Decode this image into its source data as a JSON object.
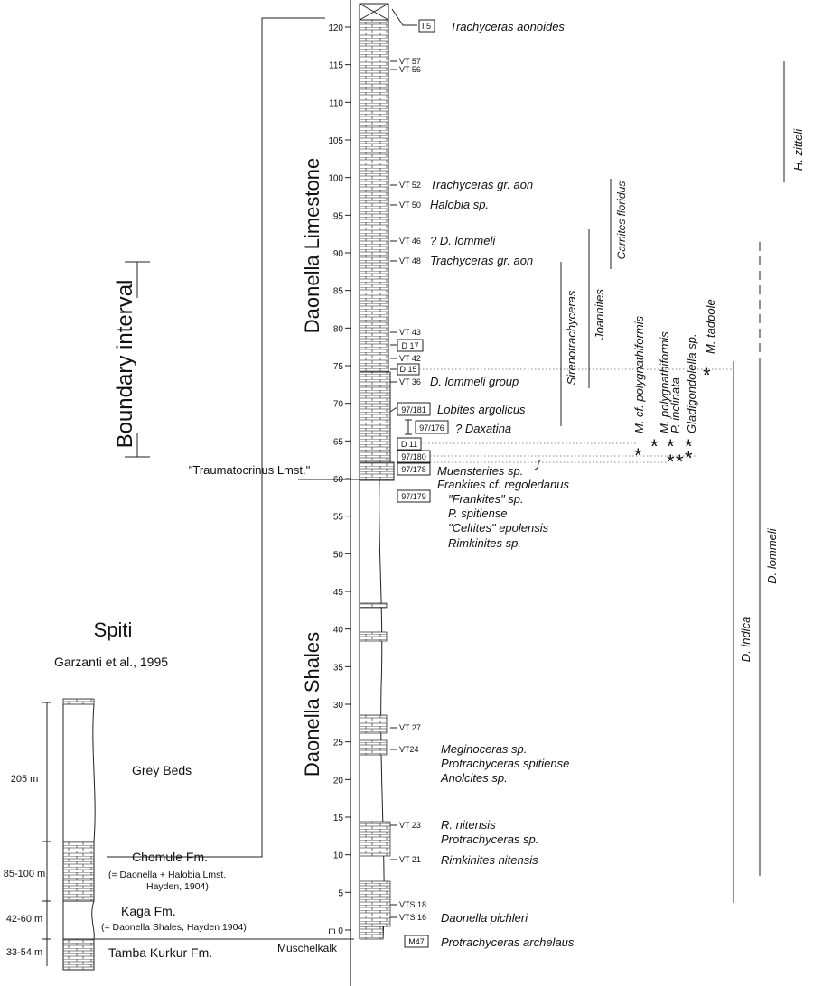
{
  "left_column": {
    "title": "Spiti",
    "reference": "Garzanti et al., 1995",
    "units": [
      {
        "thickness": "205 m",
        "name": "Grey Beds"
      },
      {
        "thickness": "85-100 m",
        "name": "Chomule Fm.",
        "note1": "(= Daonella + Halobia Lmst.",
        "note2": "Hayden, 1904)"
      },
      {
        "thickness": "42-60 m",
        "name": "Kaga Fm.",
        "note1": "(= Daonella Shales, Hayden 1904)"
      },
      {
        "thickness": "33-54 m",
        "name": "Tamba Kurkur Fm."
      }
    ]
  },
  "section": {
    "upper_unit": "Daonella Limestone",
    "lower_unit": "Daonella Shales",
    "base_unit": "Muschelkalk",
    "boundary_label": "Boundary interval",
    "marker_bed": "\"Traumatocrinus Lmst.\"",
    "scale_ticks": [
      "m 0",
      "5",
      "10",
      "15",
      "20",
      "25",
      "30",
      "35",
      "40",
      "45",
      "50",
      "55",
      "60",
      "65",
      "70",
      "75",
      "80",
      "85",
      "90",
      "95",
      "100",
      "105",
      "110",
      "115",
      "120"
    ]
  },
  "samples": [
    {
      "id": "I 5",
      "boxed": true,
      "taxa": [
        "Trachyceras aonoides"
      ]
    },
    {
      "id": "VT 57",
      "boxed": false,
      "taxa": []
    },
    {
      "id": "VT 56",
      "boxed": false,
      "taxa": []
    },
    {
      "id": "VT 52",
      "boxed": false,
      "taxa": [
        "Trachyceras gr. aon"
      ]
    },
    {
      "id": "VT 50",
      "boxed": false,
      "taxa": [
        "Halobia sp."
      ]
    },
    {
      "id": "VT 46",
      "boxed": false,
      "taxa": [
        "? D. lommeli"
      ]
    },
    {
      "id": "VT 48",
      "boxed": false,
      "taxa": [
        "Trachyceras gr. aon"
      ]
    },
    {
      "id": "VT 43",
      "boxed": false,
      "taxa": []
    },
    {
      "id": "D 17",
      "boxed": true,
      "taxa": []
    },
    {
      "id": "VT 42",
      "boxed": false,
      "taxa": []
    },
    {
      "id": "D 15",
      "boxed": true,
      "taxa": []
    },
    {
      "id": "VT 36",
      "boxed": false,
      "taxa": [
        "D. lommeli group"
      ]
    },
    {
      "id": "97/181",
      "boxed": true,
      "taxa": [
        "Lobites argolicus"
      ]
    },
    {
      "id": "97/176",
      "boxed": true,
      "taxa": [
        "? Daxatina"
      ]
    },
    {
      "id": "D 11",
      "boxed": true,
      "taxa": []
    },
    {
      "id": "97/180",
      "boxed": true,
      "taxa": []
    },
    {
      "id": "97/178",
      "boxed": true,
      "taxa": [
        "Muensterites sp."
      ]
    },
    {
      "id": "",
      "boxed": false,
      "taxa": [
        "Frankites cf. regoledanus"
      ]
    },
    {
      "id": "97/179",
      "boxed": true,
      "taxa": [
        "\"Frankites\" sp.",
        "P. spitiense",
        "\"Celtites\" epolensis",
        "Rimkinites sp."
      ]
    },
    {
      "id": "VT 27",
      "boxed": false,
      "taxa": []
    },
    {
      "id": "VT24",
      "boxed": false,
      "taxa": [
        "Meginoceras sp.",
        "Protrachyceras spitiense",
        "Anolcites sp."
      ]
    },
    {
      "id": "VT 23",
      "boxed": false,
      "taxa": [
        "R. nitensis",
        "Protrachyceras sp."
      ]
    },
    {
      "id": "VT 21",
      "boxed": false,
      "taxa": [
        "Rimkinites nitensis"
      ]
    },
    {
      "id": "VTS 18",
      "boxed": false,
      "taxa": []
    },
    {
      "id": "VTS 16",
      "boxed": false,
      "taxa": [
        "Daonella pichleri"
      ]
    },
    {
      "id": "M47",
      "boxed": true,
      "taxa": [
        "Protrachyceras archelaus"
      ]
    }
  ],
  "range_zones": [
    "Sirenotrachyceras",
    "Joannites",
    "Carnites floridus",
    "H. zitteli",
    "D. lommeli",
    "D. indica"
  ],
  "conodonts": [
    "M. cf. polygnathiformis",
    "M. polygnathiformis",
    "P. inclinata",
    "Gladigondolella sp.",
    "M. tadpole"
  ],
  "occurrence_symbol": "*"
}
